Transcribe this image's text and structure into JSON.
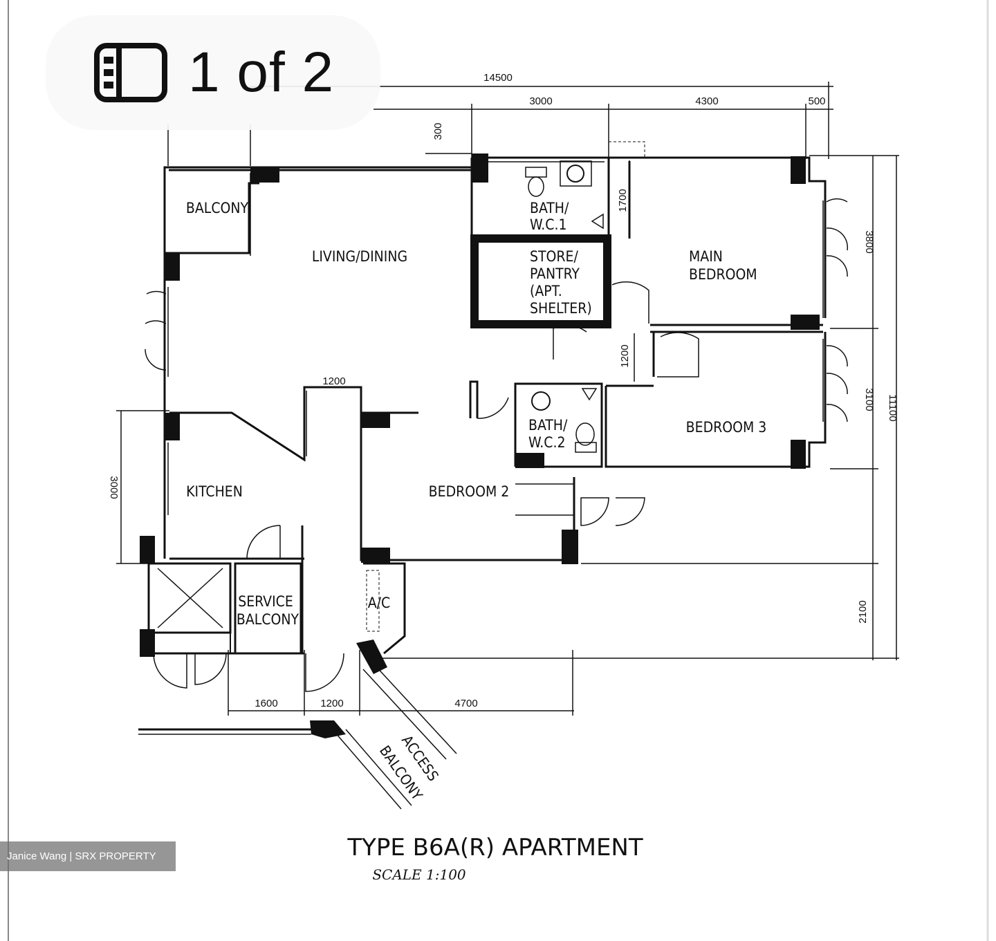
{
  "viewer": {
    "counter_label": "1 of 2",
    "counter_icon": "gallery-icon",
    "credit": "Janice Wang | SRX PROPERTY"
  },
  "plan": {
    "title": "TYPE B6A(R) APARTMENT",
    "scale": "SCALE 1:100",
    "rooms": {
      "balcony": "BALCONY",
      "living": "LIVING/DINING",
      "bath1_a": "BATH/",
      "bath1_b": "W.C.1",
      "store_a": "STORE/",
      "store_b": "PANTRY",
      "store_c": "(APT.",
      "store_d": "SHELTER)",
      "main_a": "MAIN",
      "main_b": "BEDROOM",
      "bedroom3": "BEDROOM 3",
      "bath2_a": "BATH/",
      "bath2_b": "W.C.2",
      "kitchen": "KITCHEN",
      "bedroom2": "BEDROOM 2",
      "service_a": "SERVICE",
      "service_b": "BALCONY",
      "ac": "A/C",
      "access_a": "ACCESS",
      "access_b": "BALCONY"
    },
    "dims": {
      "total_width": "14500",
      "d3000": "3000",
      "d4300": "4300",
      "d500": "500",
      "d300": "300",
      "d1700": "1700",
      "d3800": "3800",
      "d1200_hall": "1200",
      "d1200_top": "1200",
      "d3100": "3100",
      "d11100": "11100",
      "d3000_left": "3000",
      "d2100": "2100",
      "d1600": "1600",
      "d1200_bottom": "1200",
      "d4700": "4700"
    }
  }
}
